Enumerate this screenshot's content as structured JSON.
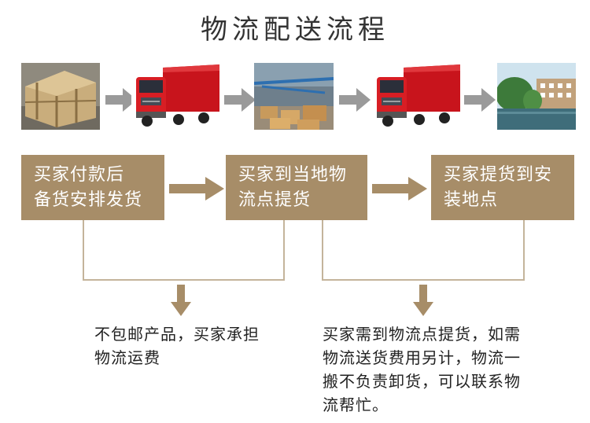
{
  "title": "物流配送流程",
  "colors": {
    "box_fill": "#a78d68",
    "gray_arrow": "#9a9a9a",
    "connector": "#c4b49b",
    "title_text": "#333333"
  },
  "photos": [
    {
      "name": "wooden-crates-photo",
      "icon": "packed-crates"
    },
    {
      "name": "red-truck-photo-1",
      "icon": "red-cargo-truck"
    },
    {
      "name": "logistics-warehouse-photo",
      "icon": "warehouse-cartons"
    },
    {
      "name": "red-truck-photo-2",
      "icon": "red-cargo-truck"
    },
    {
      "name": "installation-site-photo",
      "icon": "lakeside-building"
    }
  ],
  "steps": [
    {
      "lines": [
        "买家付款后",
        "备货安排发货"
      ]
    },
    {
      "lines": [
        "买家到当地物",
        "流点提货"
      ]
    },
    {
      "lines": [
        "买家提货到安",
        "装地点"
      ]
    }
  ],
  "notes": [
    {
      "lines": [
        "不包邮产品，买家承担",
        "物流运费"
      ]
    },
    {
      "lines": [
        "买家需到物流点提货，如需",
        "物流送货费用另计，物流一",
        "搬不负责卸货，可以联系物",
        "流帮忙。"
      ]
    }
  ]
}
